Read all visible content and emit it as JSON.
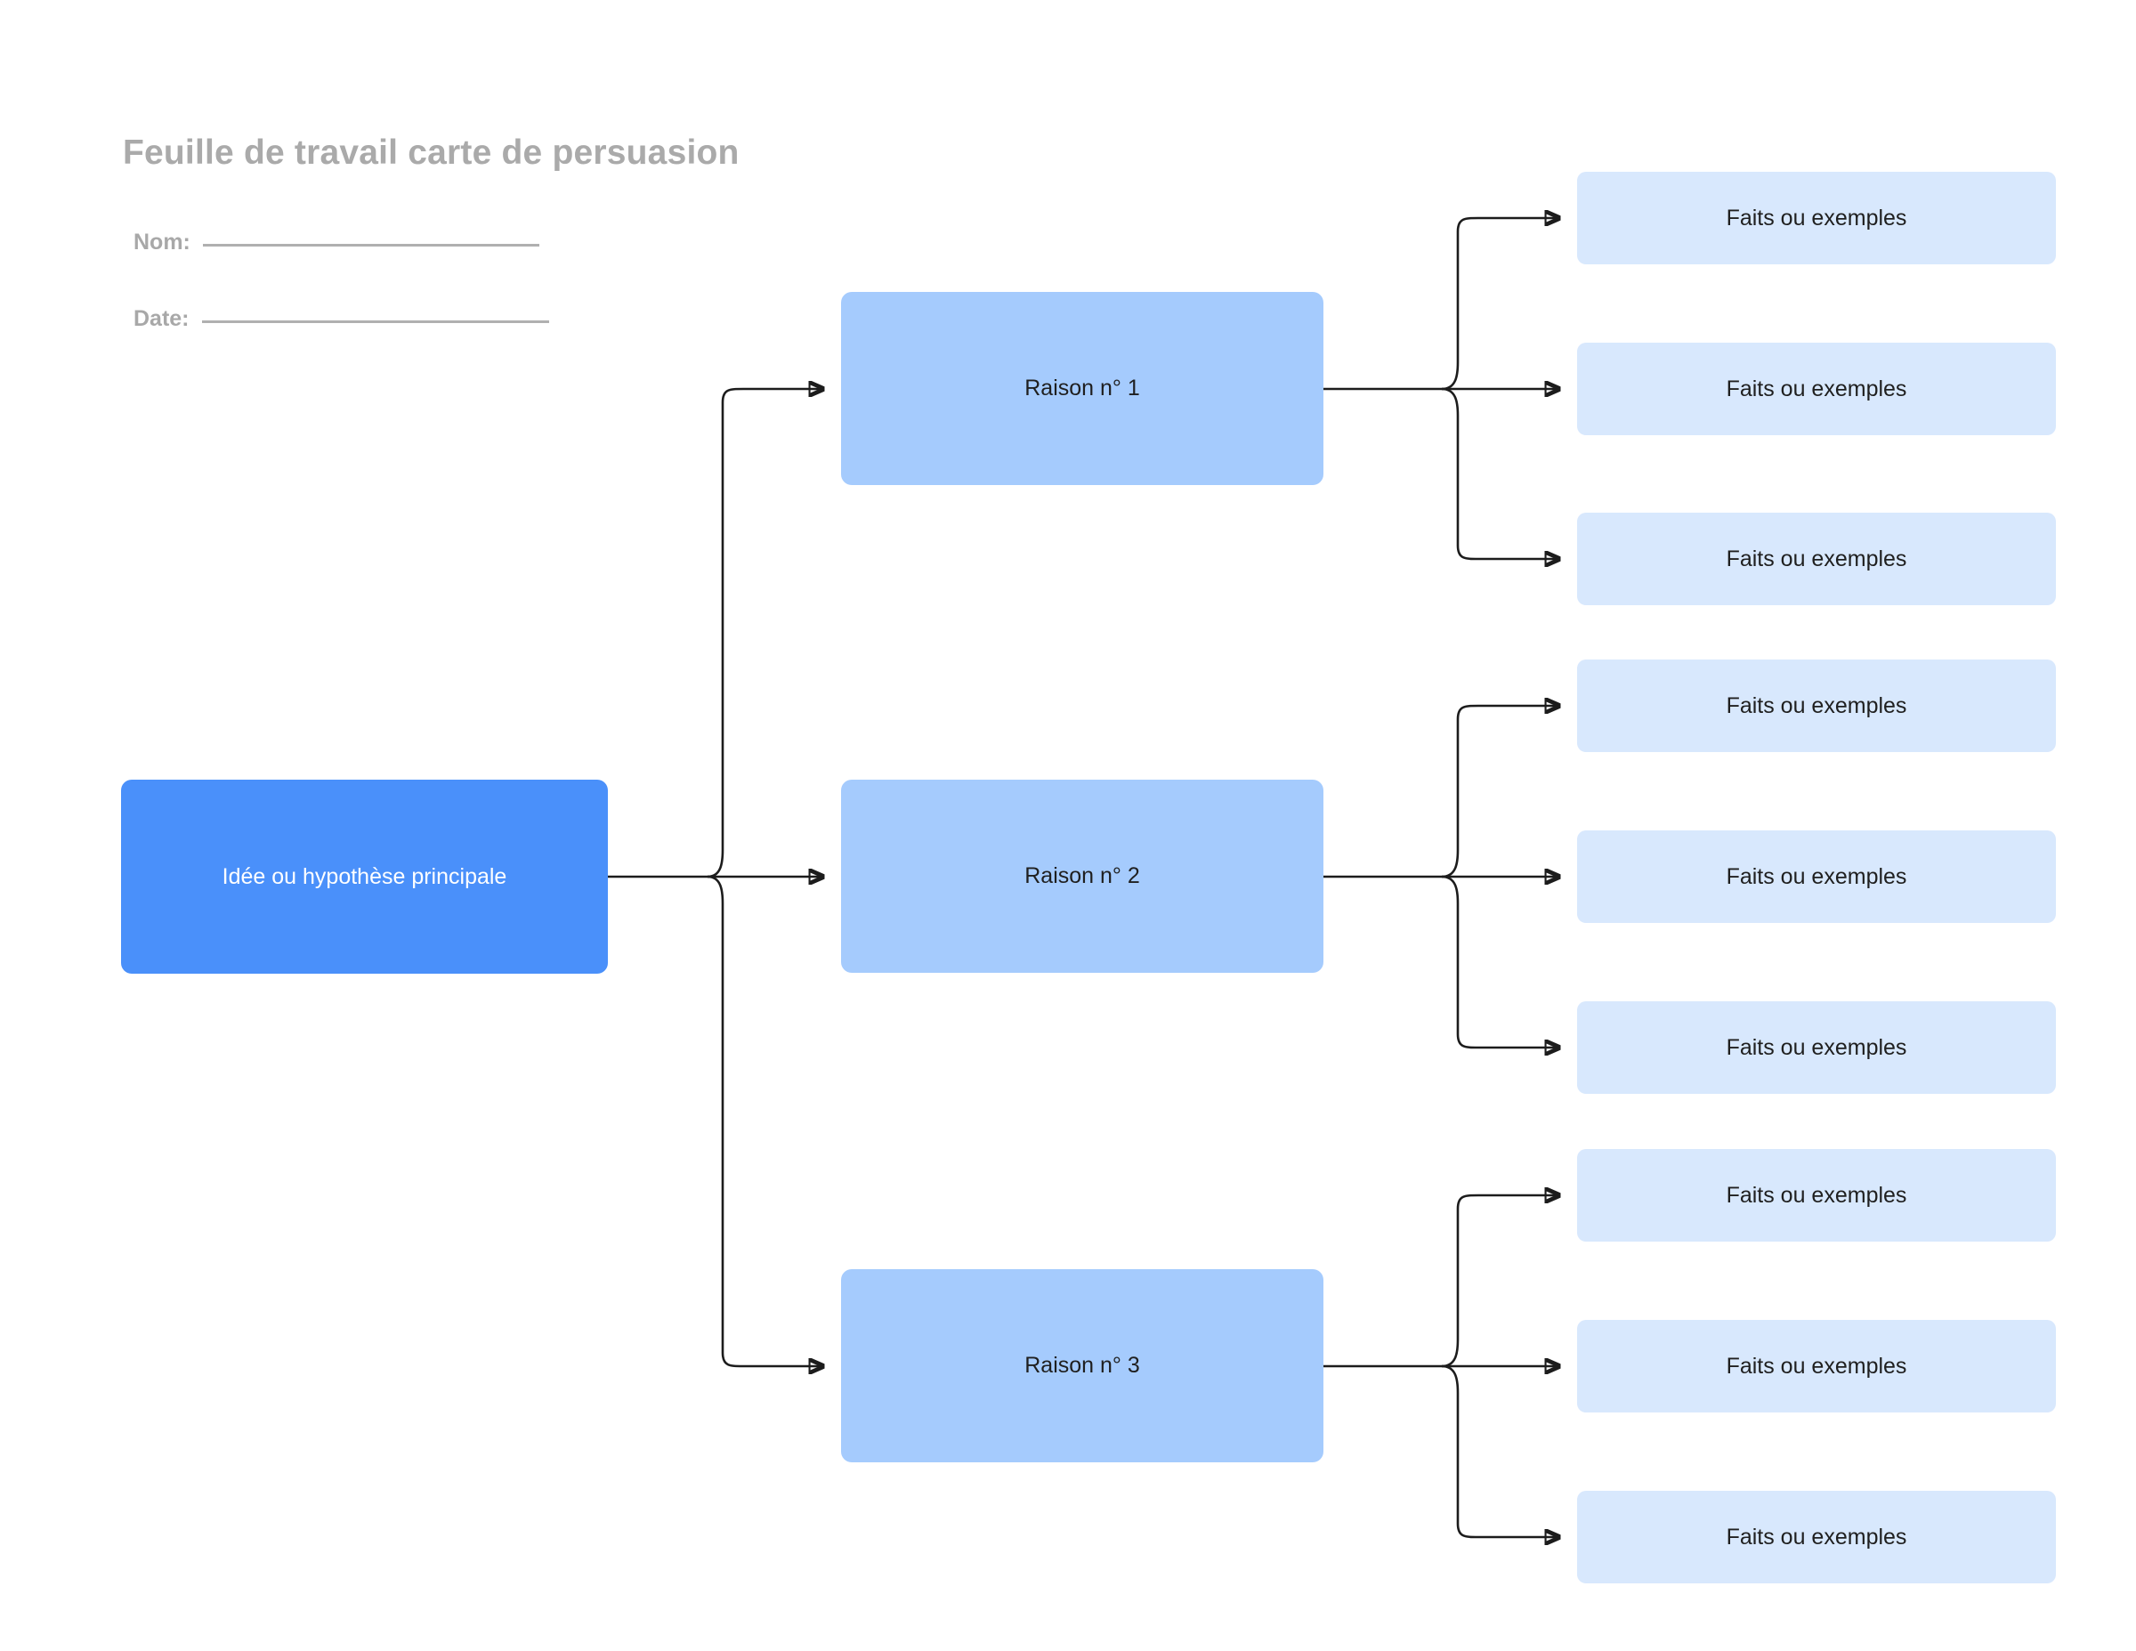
{
  "page": {
    "title": "Feuille de travail carte de persuasion",
    "background_color": "#ffffff",
    "title_color": "#aaaaaa"
  },
  "fields": [
    {
      "label": "Nom:",
      "value": ""
    },
    {
      "label": "Date:",
      "value": ""
    }
  ],
  "colors": {
    "main_node": "#4a90fa",
    "main_node_text": "#ffffff",
    "reason_node": "#a5cbfd",
    "fact_node": "#d8e8fd",
    "node_text": "#1f1f1f",
    "connector": "#1c1c1c"
  },
  "diagram": {
    "type": "tree",
    "root": {
      "label": "Idée ou hypothèse principale"
    },
    "branches": [
      {
        "label": "Raison n° 1",
        "facts": [
          {
            "label": "Faits ou exemples"
          },
          {
            "label": "Faits ou exemples"
          },
          {
            "label": "Faits ou exemples"
          }
        ]
      },
      {
        "label": "Raison n° 2",
        "facts": [
          {
            "label": "Faits ou exemples"
          },
          {
            "label": "Faits ou exemples"
          },
          {
            "label": "Faits ou exemples"
          }
        ]
      },
      {
        "label": "Raison n° 3",
        "facts": [
          {
            "label": "Faits ou exemples"
          },
          {
            "label": "Faits ou exemples"
          },
          {
            "label": "Faits ou exemples"
          }
        ]
      }
    ]
  }
}
